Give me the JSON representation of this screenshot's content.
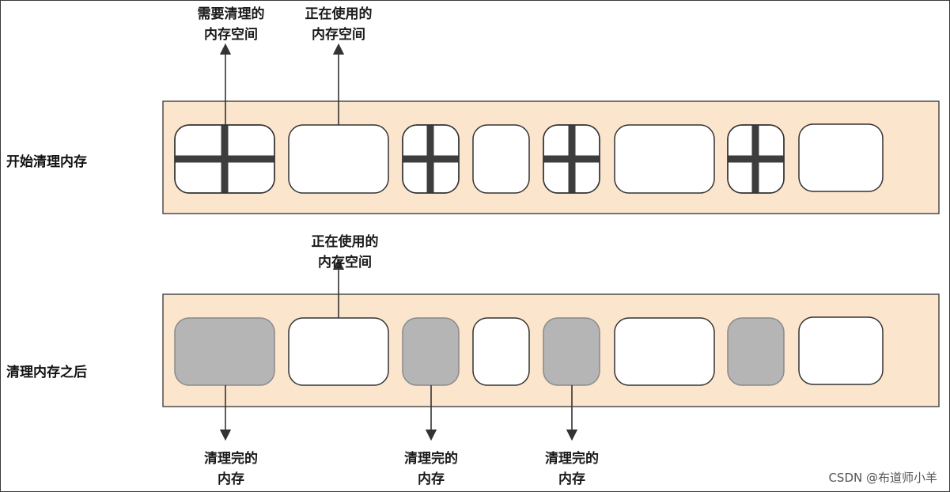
{
  "row_labels": {
    "start": "开始清理内存",
    "after": "清理内存之后"
  },
  "top_annotations": {
    "needs_clean_line1": "需要清理的",
    "needs_clean_line2": "内存空间",
    "in_use_line1": "正在使用的",
    "in_use_line2": "内存空间"
  },
  "middle_annotation": {
    "in_use_line1": "正在使用的",
    "in_use_line2": "内存空间"
  },
  "bottom_annotations": [
    {
      "line1": "清理完的",
      "line2": "内存"
    },
    {
      "line1": "清理完的",
      "line2": "内存"
    },
    {
      "line1": "清理完的",
      "line2": "内存"
    }
  ],
  "row1_blocks": [
    {
      "state": "garbage"
    },
    {
      "state": "in-use"
    },
    {
      "state": "garbage"
    },
    {
      "state": "in-use"
    },
    {
      "state": "garbage"
    },
    {
      "state": "in-use"
    },
    {
      "state": "garbage"
    },
    {
      "state": "in-use"
    }
  ],
  "row2_blocks": [
    {
      "state": "cleaned"
    },
    {
      "state": "in-use"
    },
    {
      "state": "cleaned"
    },
    {
      "state": "in-use"
    },
    {
      "state": "cleaned"
    },
    {
      "state": "in-use"
    },
    {
      "state": "cleaned"
    },
    {
      "state": "in-use"
    }
  ],
  "colors": {
    "container_fill": "#fbe5cd",
    "container_stroke": "#333333",
    "block_fill": "#ffffff",
    "cleaned_fill": "#b4b5b4",
    "cross": "#3d3d3d",
    "arrow": "#333333"
  },
  "watermark": "CSDN @布道师小羊"
}
